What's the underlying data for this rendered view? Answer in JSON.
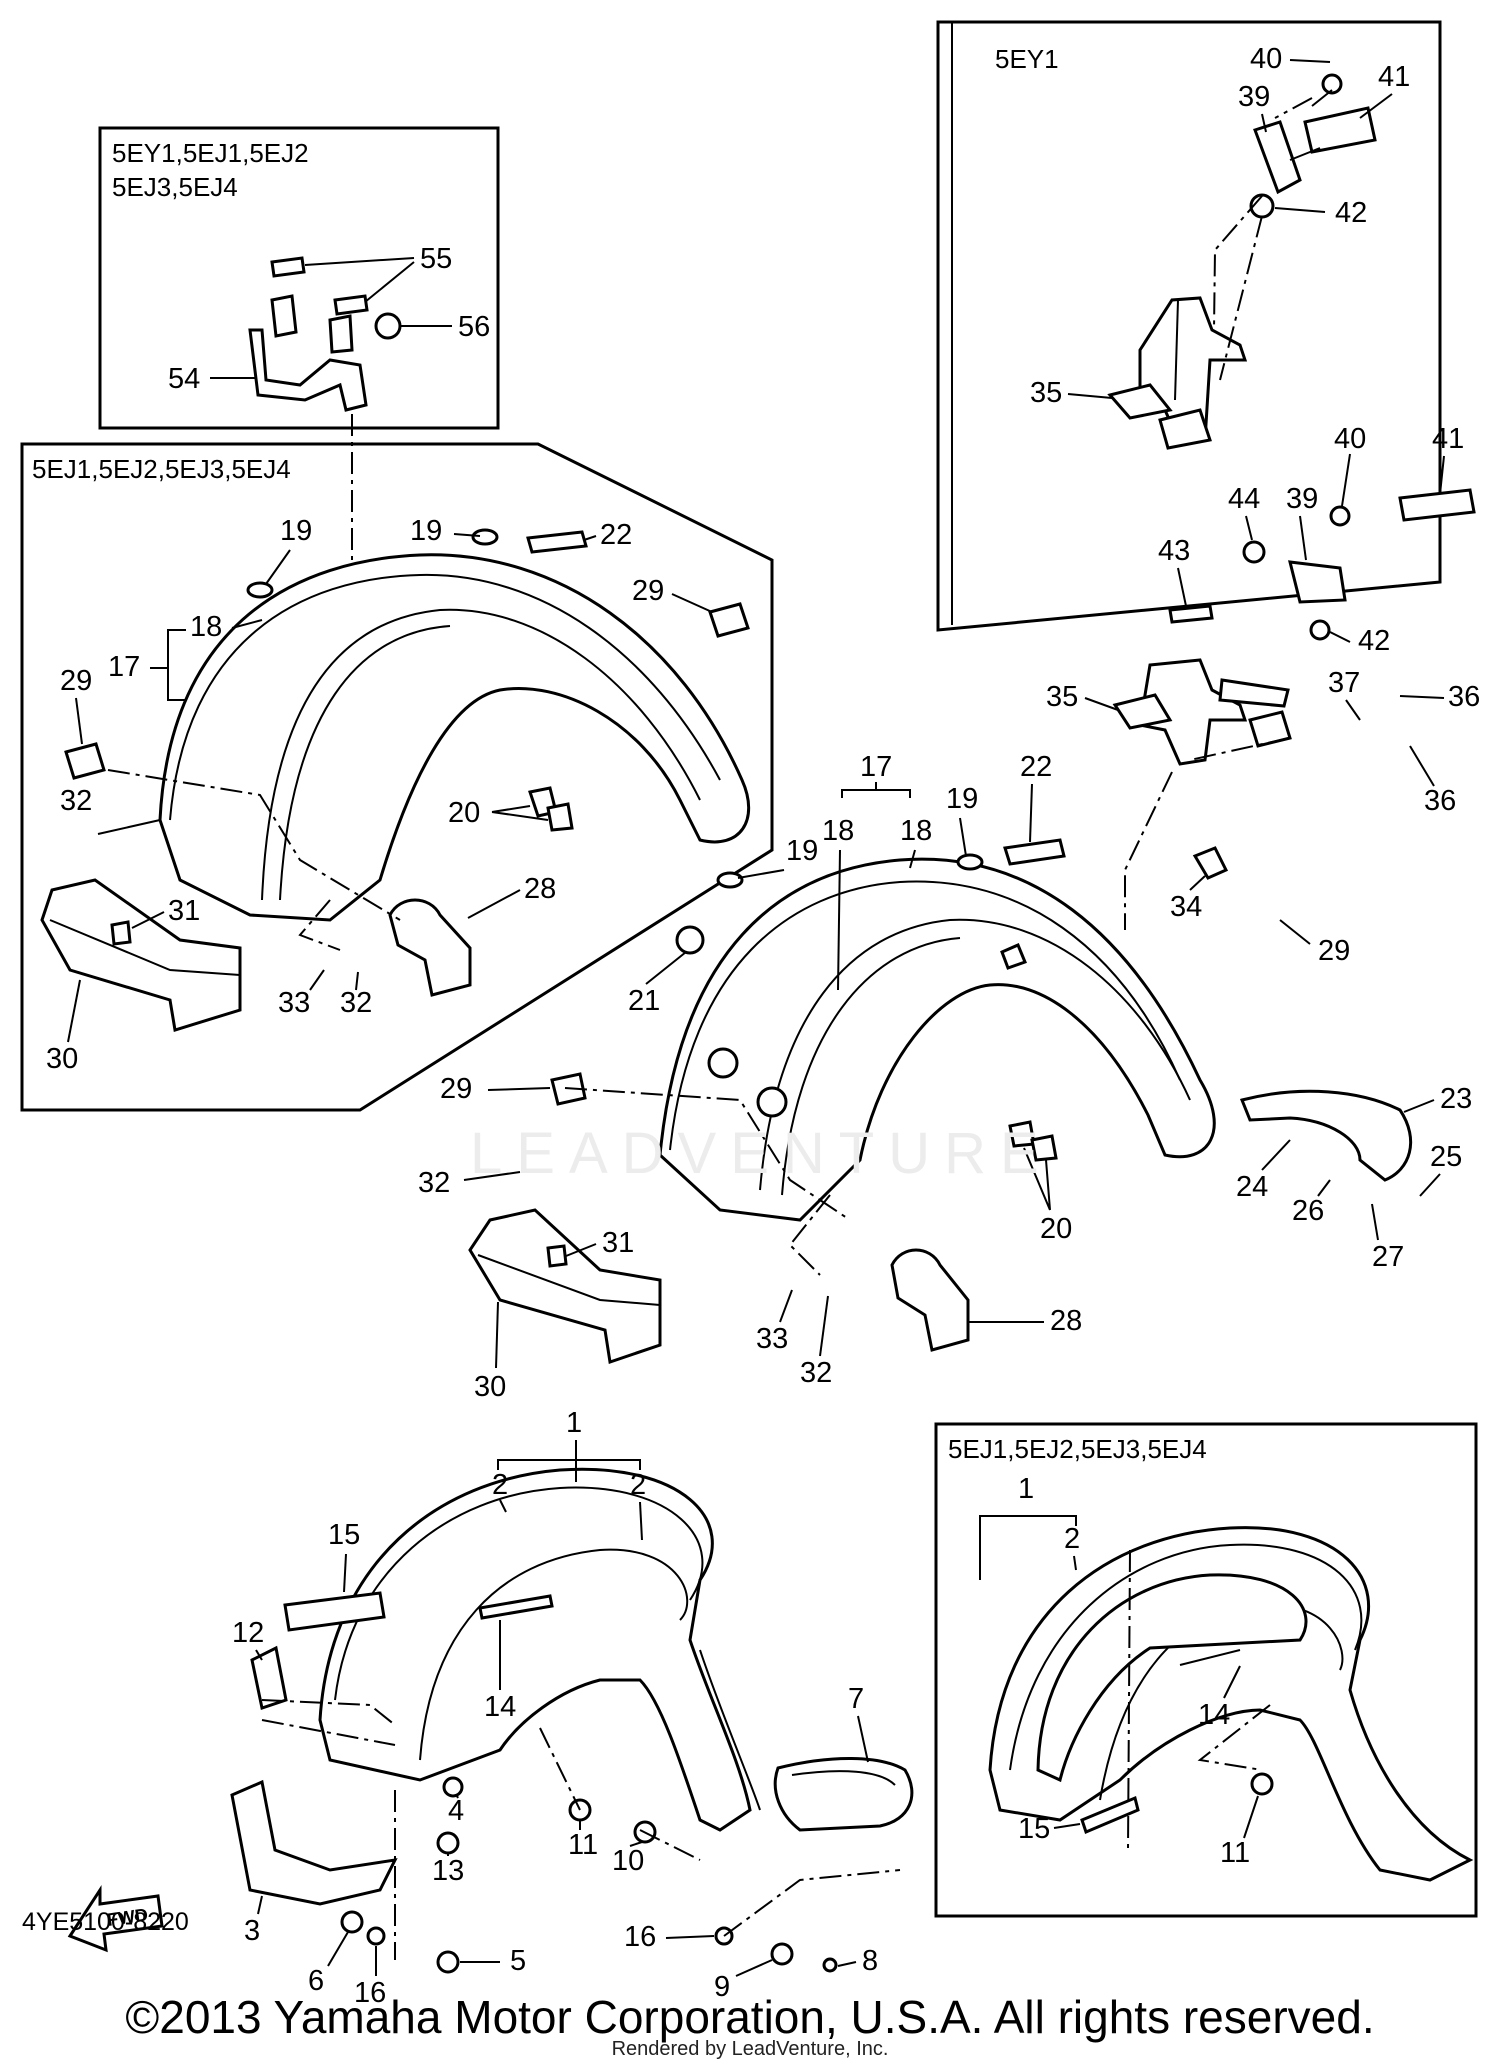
{
  "diagram": {
    "drawing_code": "4YE5100-8220",
    "copyright": "©2013 Yamaha Motor Corporation, U.S.A. All rights reserved.",
    "rendered_by": "Rendered by LeadVenture, Inc.",
    "watermark": "LEADVENTURE",
    "fwd_label": "FWD",
    "detail_boxes": {
      "top_right": "5EY1",
      "top_left_line1": "5EY1,5EJ1,5EJ2",
      "top_left_line2": "5EJ3,5EJ4",
      "left_middle": "5EJ1,5EJ2,5EJ3,5EJ4",
      "bottom_right": "5EJ1,5EJ2,5EJ3,5EJ4"
    },
    "callouts": {
      "c40a": "40",
      "c41a": "41",
      "c39a": "39",
      "c42a": "42",
      "c35a": "35",
      "c55": "55",
      "c56": "56",
      "c54": "54",
      "c40b": "40",
      "c41b": "41",
      "c44": "44",
      "c39b": "39",
      "c43": "43",
      "c42b": "42",
      "c35b": "35",
      "c37": "37",
      "c36a": "36",
      "c36b": "36",
      "c34": "34",
      "c29r": "29",
      "c19a": "19",
      "c19b": "19",
      "c22a": "22",
      "c29a": "29",
      "c18a": "18",
      "c17a": "17",
      "c29b": "29",
      "c32a": "32",
      "c20a": "20",
      "c28a": "28",
      "c31a": "31",
      "c33a": "33",
      "c32b": "32",
      "c30a": "30",
      "c17b": "17",
      "c18b": "18",
      "c18c": "18",
      "c19c": "19",
      "c19d": "19",
      "c22b": "22",
      "c21": "21",
      "c29c": "29",
      "c32c": "32",
      "c23": "23",
      "c24": "24",
      "c25": "25",
      "c26": "26",
      "c27": "27",
      "c20b": "20",
      "c31b": "31",
      "c30b": "30",
      "c33b": "33",
      "c32d": "32",
      "c28b": "28",
      "c1a": "1",
      "c2a": "2",
      "c2b": "2",
      "c15a": "15",
      "c12": "12",
      "c14a": "14",
      "c4": "4",
      "c13": "13",
      "c11a": "11",
      "c10": "10",
      "c7": "7",
      "c3": "3",
      "c6": "6",
      "c16a": "16",
      "c5": "5",
      "c16b": "16",
      "c9": "9",
      "c8": "8",
      "c1b": "1",
      "c2c": "2",
      "c14b": "14",
      "c15b": "15",
      "c11b": "11"
    }
  }
}
